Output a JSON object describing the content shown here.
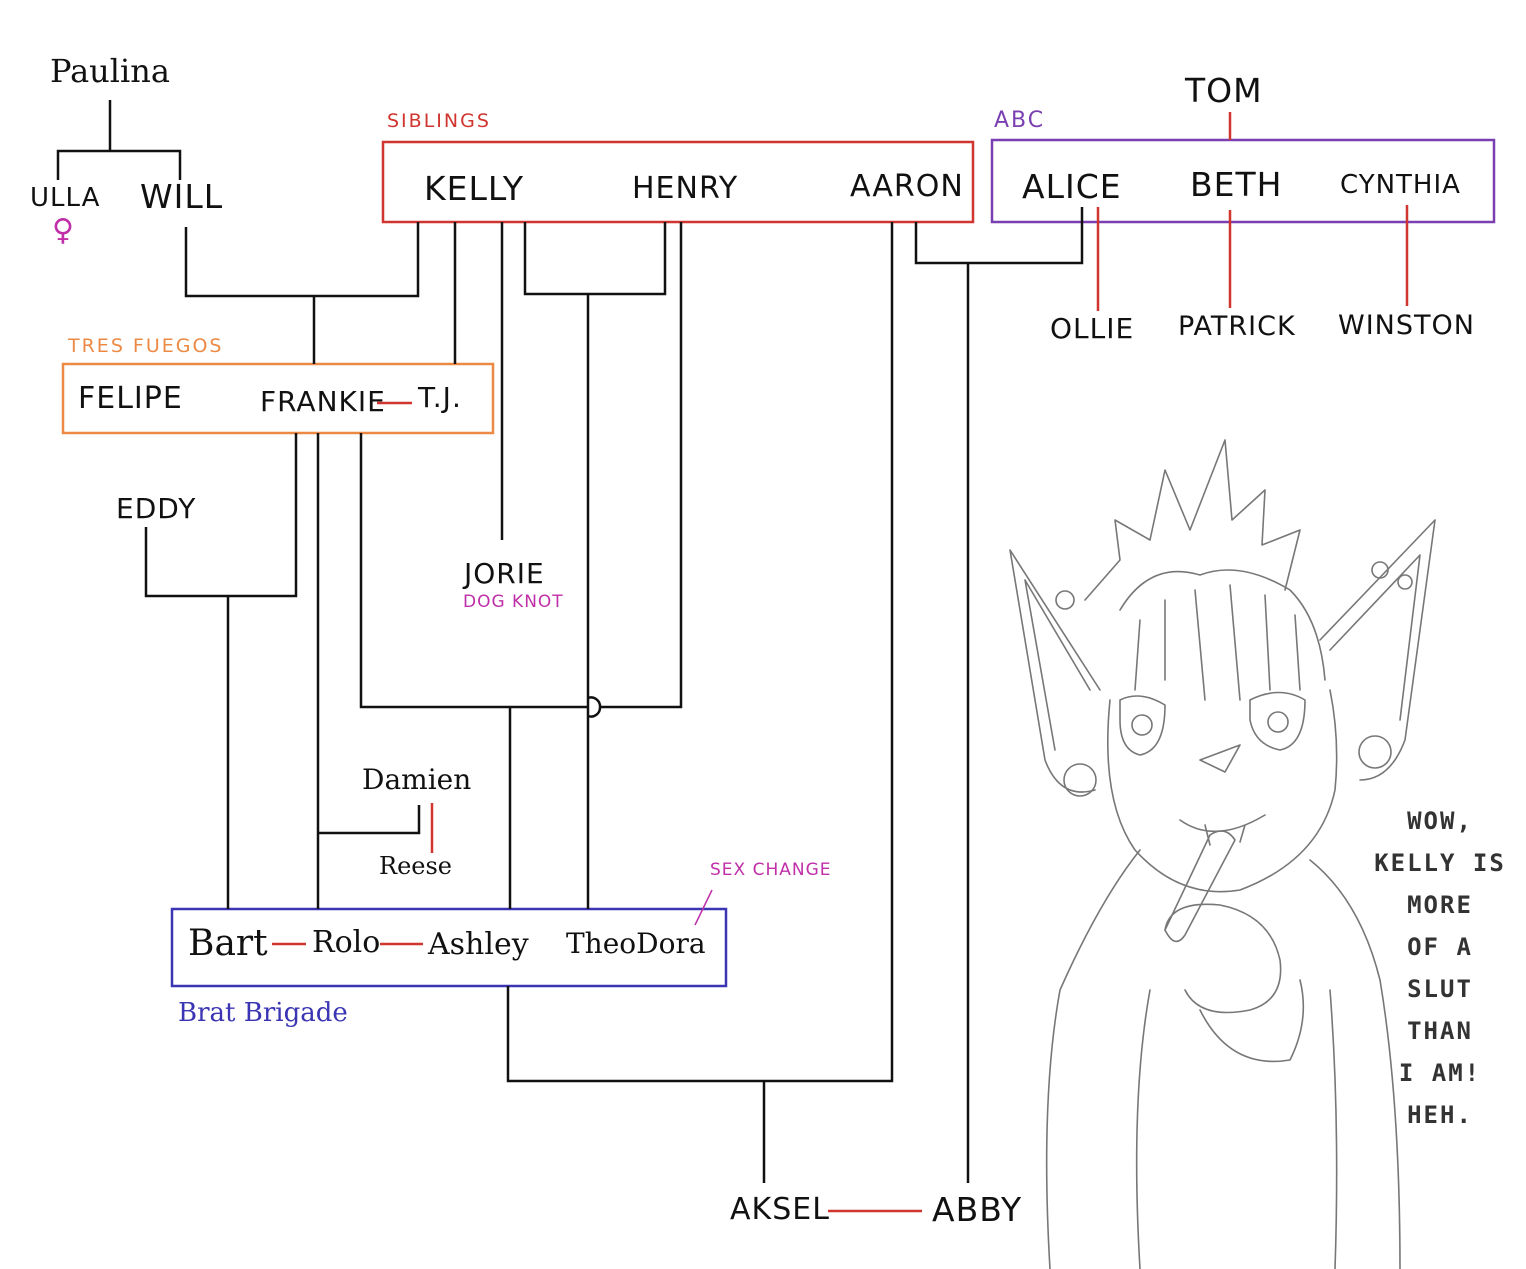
{
  "people": {
    "paulina": "Paulina",
    "ulla": "ULLA",
    "will": "WILL",
    "kelly": "KELLY",
    "henry": "HENRY",
    "aaron": "AARON",
    "tom": "TOM",
    "alice": "ALICE",
    "beth": "BETH",
    "cynthia": "CYNTHIA",
    "ollie": "OLLIE",
    "patrick": "PATRICK",
    "winston": "WINSTON",
    "felipe": "FELIPE",
    "frankie": "FRANKIE",
    "tj": "T.J.",
    "eddy": "EDDY",
    "jorie": "JORIE",
    "damien": "Damien",
    "reese": "Reese",
    "bart": "Bart",
    "rolo": "Rolo",
    "ashley": "Ashley",
    "theodora": "TheoDora",
    "aksel": "AKSEL",
    "abby": "ABBY"
  },
  "groups": {
    "siblings": "SIBLINGS",
    "abc": "ABC",
    "tres_fuegos": "TRES FUEGOS",
    "brat_brigade": "Brat Brigade"
  },
  "notes": {
    "dog_knot": "DOG KNOT",
    "sex_change": "SEX CHANGE",
    "female_symbol": "♀"
  },
  "speech": [
    "WOW,",
    "KELLY IS",
    "MORE",
    "OF A",
    "SLUT",
    "THAN",
    "I AM!",
    "HEH."
  ],
  "colors": {
    "siblings": "#d0352f",
    "abc": "#7a3fb0",
    "tres_fuegos": "#ec8a45",
    "brat_brigade": "#3b35b3",
    "partner_link": "#d0352f",
    "note": "#c02fa8",
    "line": "#111111"
  }
}
